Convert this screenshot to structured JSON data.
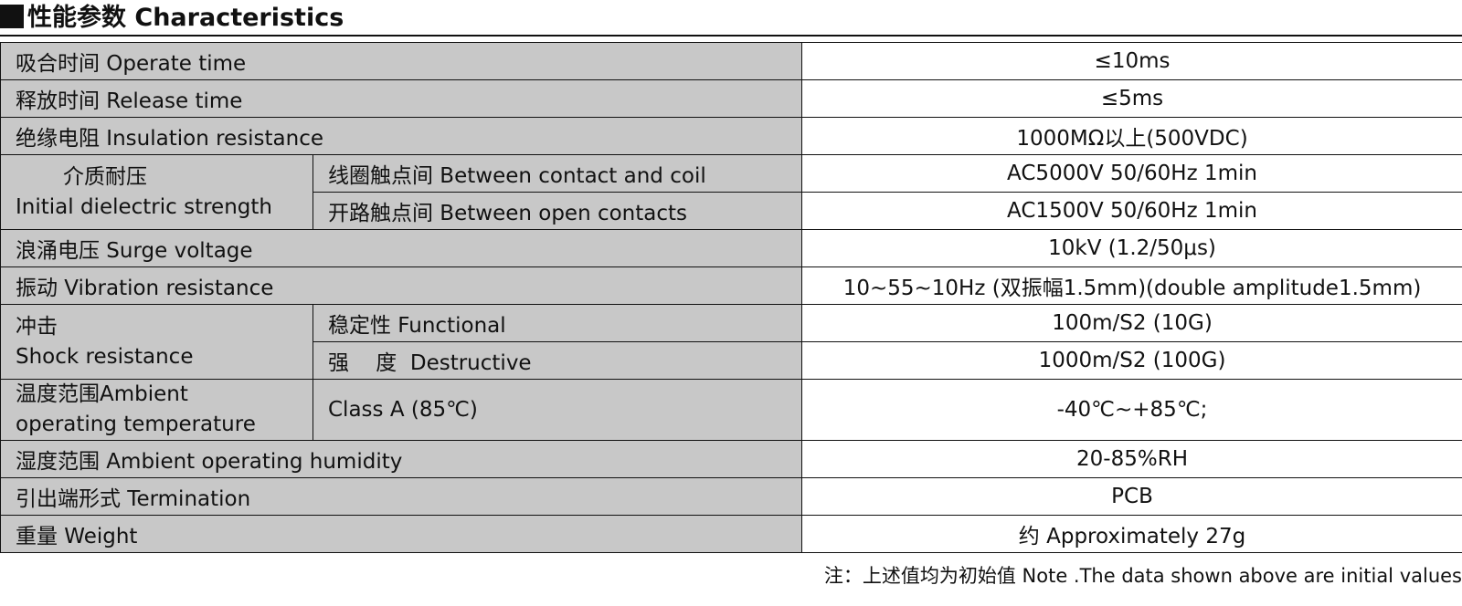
{
  "title": "性能参数  Characteristics",
  "rows": {
    "operate": {
      "label": "吸合时间  Operate time",
      "value": "≤10ms"
    },
    "release": {
      "label": "释放时间  Release time",
      "value": "≤5ms"
    },
    "insulation": {
      "label": "绝缘电阻  Insulation resistance",
      "value": "1000MΩ以上(500VDC)"
    },
    "dielectric": {
      "label_cn": "介质耐压",
      "label_en": "Initial dielectric strength",
      "sub1": {
        "label": "线圈触点间  Between contact and coil",
        "value": "AC5000V 50/60Hz 1min"
      },
      "sub2": {
        "label": "开路触点间  Between open contacts",
        "value": "AC1500V 50/60Hz 1min"
      }
    },
    "surge": {
      "label": "浪涌电压  Surge voltage",
      "value": "10kV (1.2/50μs)"
    },
    "vibration": {
      "label": "振动  Vibration resistance",
      "value": "10~55~10Hz (双振幅1.5mm)(double amplitude1.5mm)"
    },
    "shock": {
      "label_cn": "冲击",
      "label_en": "Shock resistance",
      "sub1": {
        "label": "稳定性  Functional",
        "value": "100m/S2 (10G)"
      },
      "sub2": {
        "label": "强    度  Destructive",
        "value": "1000m/S2 (100G)"
      }
    },
    "temperature": {
      "label_line1": "温度范围Ambient",
      "label_line2": "operating temperature",
      "sub": "Class A (85℃)",
      "value": "-40℃~+85℃;"
    },
    "humidity": {
      "label": "湿度范围  Ambient operating humidity",
      "value": "20-85%RH"
    },
    "termination": {
      "label": "引出端形式  Termination",
      "value": "PCB"
    },
    "weight": {
      "label": "重量  Weight",
      "value": "约  Approximately 27g"
    }
  },
  "note": "注：上述值均为初始值 Note .The data shown above are initial values",
  "colors": {
    "label_bg": "#c8c8c8",
    "value_bg": "#ffffff",
    "border": "#111111"
  }
}
